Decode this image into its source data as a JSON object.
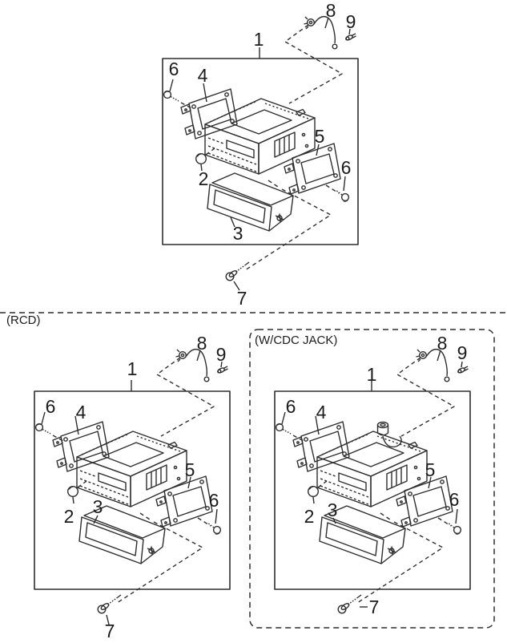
{
  "diagram": {
    "type": "exploded-parts-diagram",
    "subject": "audio head unit mounting parts",
    "colors": {
      "background": "#ffffff",
      "line": "#2e2e2e",
      "text": "#1c1c1c"
    }
  },
  "labels": {
    "rcd": "(RCD)",
    "wcdc": "(W/CDC JACK)"
  },
  "callouts": {
    "n1": "1",
    "n2": "2",
    "n3": "3",
    "n4": "4",
    "n5": "5",
    "n6": "6",
    "n7": "7",
    "n8": "8",
    "n9": "9"
  }
}
